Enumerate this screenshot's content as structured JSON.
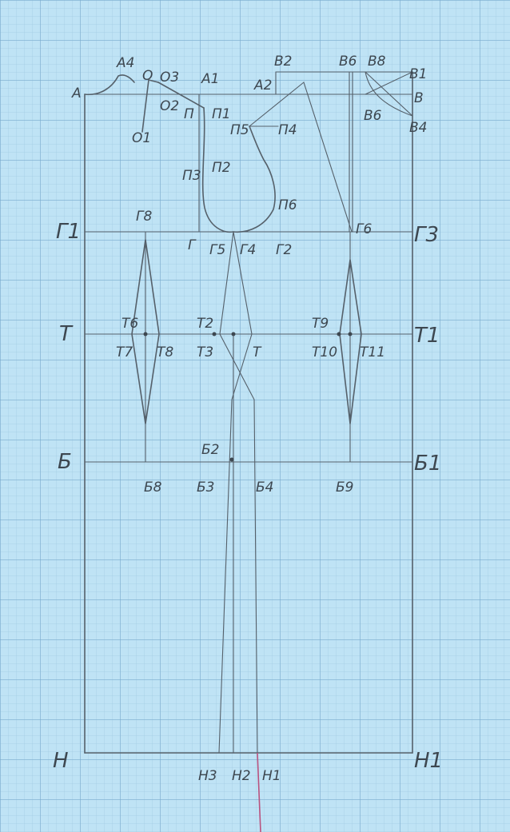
{
  "labels": {
    "A": "А",
    "A4": "А4",
    "O": "О",
    "O1": "О1",
    "O2": "О2",
    "O3": "О3",
    "A1": "А1",
    "A2": "А2",
    "P": "П",
    "P1": "П1",
    "P2": "П2",
    "P3": "П3",
    "P4": "П4",
    "P5": "П5",
    "P6": "П6",
    "B2": "В2",
    "B6": "В6",
    "B8": "В8",
    "B1": "В1",
    "B": "В",
    "B6b": "В6",
    "B4": "В4",
    "G1": "Г1",
    "G8": "Г8",
    "G": "Г",
    "G5": "Г5",
    "G4": "Г4",
    "G2": "Г2",
    "G6": "Г6",
    "G3": "Г3",
    "T": "Т",
    "T6": "Т6",
    "T7": "Т7",
    "T8": "Т8",
    "T2": "Т2",
    "T3": "Т3",
    "Tc": "Т",
    "T9": "Т9",
    "T10": "Т10",
    "T11": "Т11",
    "T1": "Т1",
    "Bb": "Б",
    "B8b": "Б8",
    "Bb2": "Б2",
    "Bb3": "Б3",
    "Bb4": "Б4",
    "Bb9": "Б9",
    "Bb1": "Б1",
    "H": "Н",
    "H3": "Н3",
    "H2": "Н2",
    "H1": "Н1",
    "H1r": "Н1"
  },
  "colors": {
    "paper": "#bfe3f5",
    "grid": "#78aacd",
    "pencil": "#55606a",
    "pink_line": "#b9527e"
  }
}
